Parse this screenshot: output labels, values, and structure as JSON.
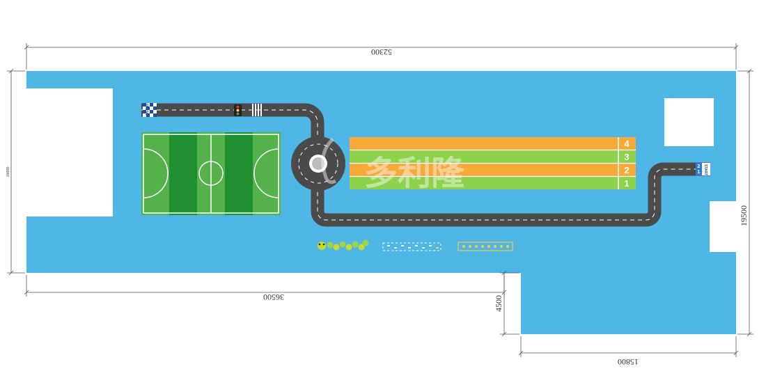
{
  "dimensions": {
    "total_width": "52300",
    "left_width": "36500",
    "right_width": "15800",
    "notch_height": "4500",
    "total_height": "19500",
    "left_height": "16000"
  },
  "track": {
    "lanes": [
      "1",
      "2",
      "3",
      "4"
    ]
  },
  "road": {
    "finish_label": "FINISH",
    "start_label": "START",
    "start_lanes": [
      "1",
      "2"
    ]
  },
  "watermark": {
    "text": "多利隆"
  },
  "colors": {
    "floor": "#4fb7e6",
    "road": "#4a4a4a",
    "field_light": "#55b24a",
    "field_dark": "#1f8f2f",
    "lane_orange": "#f7a93a",
    "lane_green": "#8ed14c",
    "room_white": "#ffffff",
    "dimension_line": "#555555"
  }
}
